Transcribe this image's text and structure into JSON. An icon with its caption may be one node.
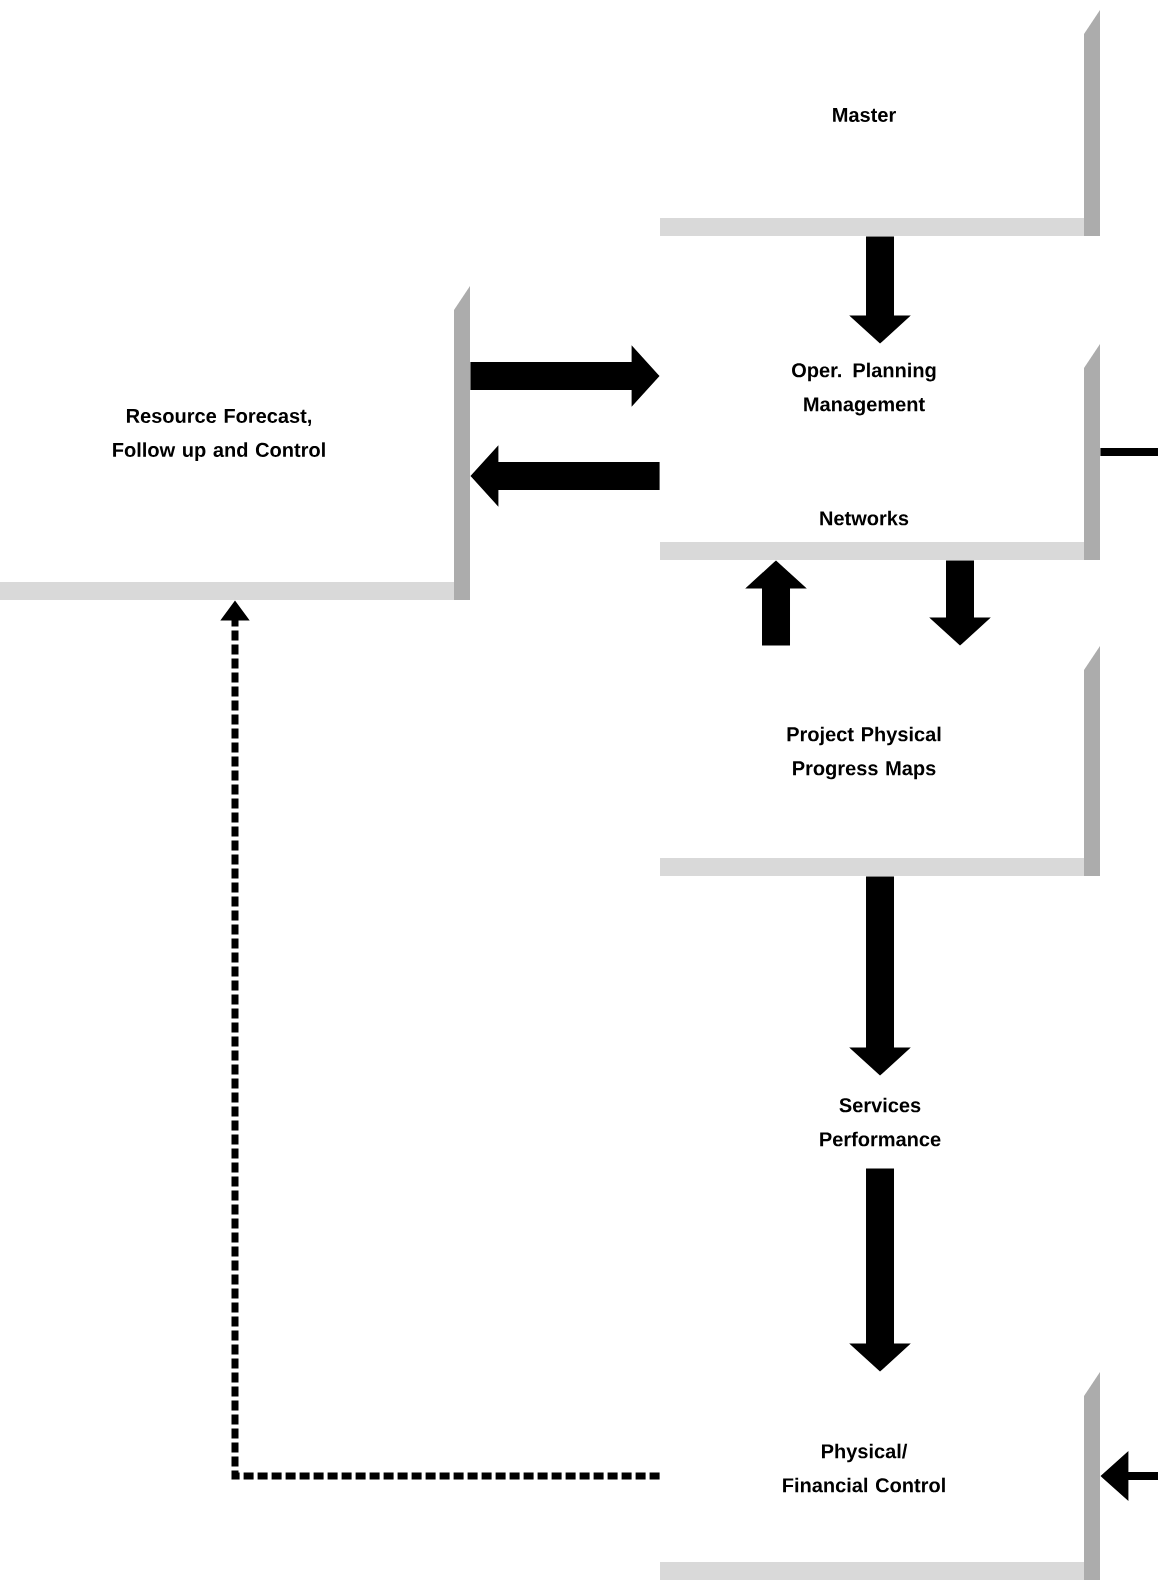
{
  "diagram": {
    "nodes": [
      {
        "text": [
          "Master"
        ]
      },
      {
        "text": [
          "Resource Forecast, Follow up and Control"
        ]
      },
      {
        "text": [
          "Oper. Planning Management",
          "Networks"
        ]
      },
      {
        "text": [
          "Project Physical Progress Maps"
        ]
      },
      {
        "text": [
          "Services Performance"
        ]
      },
      {
        "text": [
          "Physical/ Financial Control"
        ]
      }
    ],
    "edges": [
      {
        "from": 0,
        "to": 2,
        "arrow": "to"
      },
      {
        "from": 1,
        "to": 2,
        "arrow": "to"
      },
      {
        "from": 2,
        "to": 1,
        "arrow": "to"
      },
      {
        "from": 3,
        "to": 2,
        "arrow": "to"
      },
      {
        "from": 2,
        "to": 3,
        "arrow": "to"
      },
      {
        "from": 3,
        "to": 4,
        "arrow": "to"
      },
      {
        "from": 4,
        "to": 5,
        "arrow": "to"
      },
      {
        "from": 5,
        "to": 1,
        "arrow": "to",
        "style": "dashed"
      },
      {
        "from": 2,
        "to": null,
        "arrow": "none"
      },
      {
        "from": null,
        "to": 5,
        "arrow": "to"
      }
    ]
  }
}
